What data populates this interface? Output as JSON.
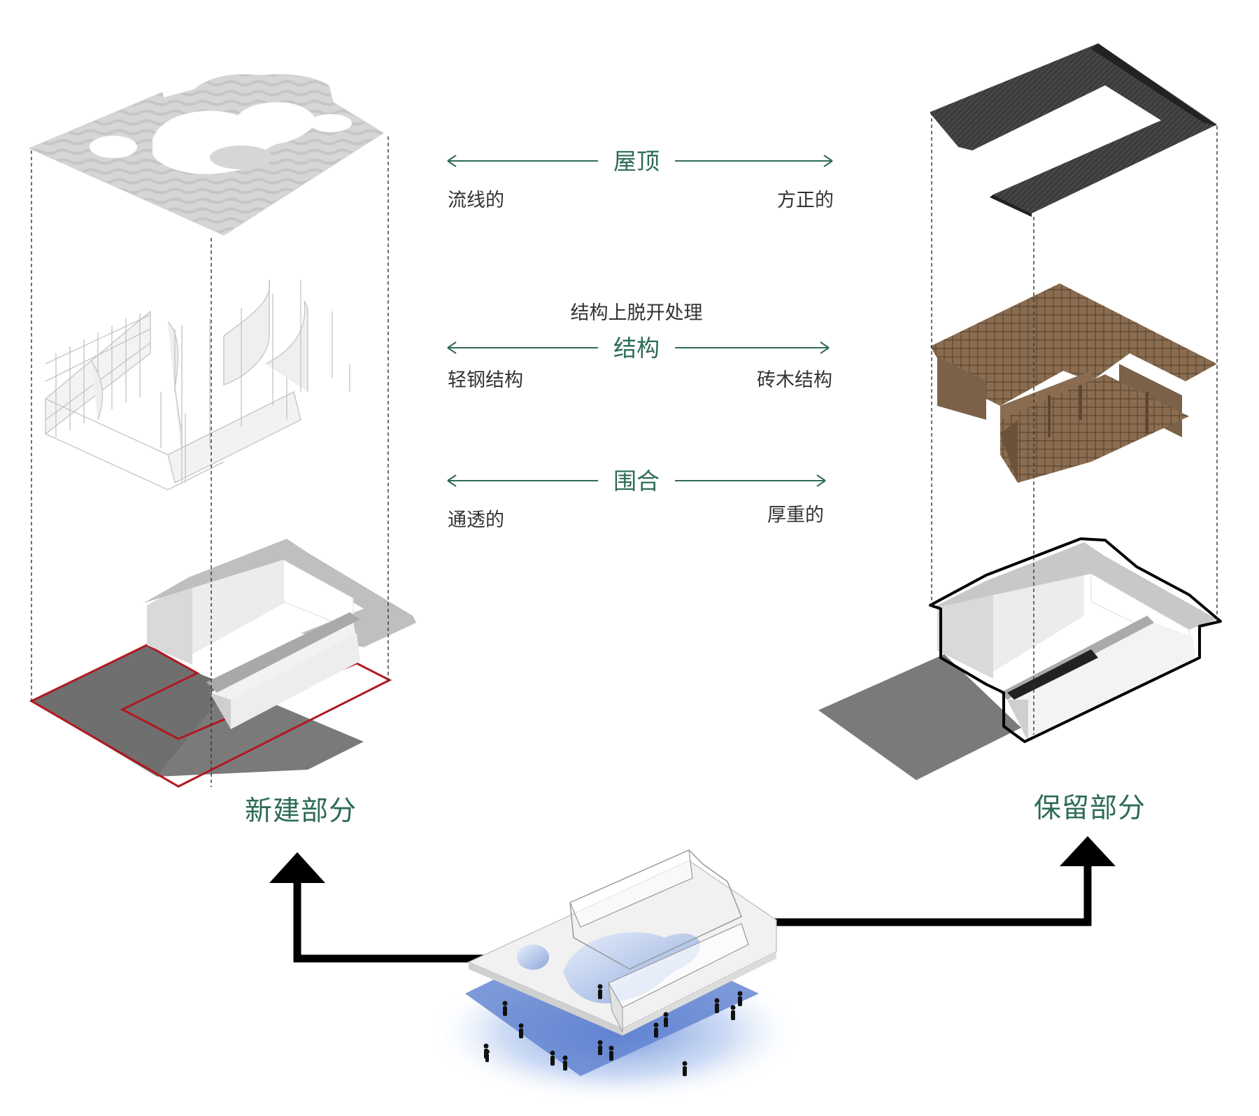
{
  "colors": {
    "label_green": "#2e6b55",
    "text_dark": "#333333",
    "new_outline_red": "#b2181f",
    "shadow_gray": "#7a7a7a",
    "roof_dark": "#3a3a3a",
    "timber_brown": "#7a6148",
    "glow_blue": "#6b8fd8"
  },
  "comparison": {
    "roof": {
      "header": "屋顶",
      "left": "流线的",
      "right": "方正的"
    },
    "structure": {
      "note": "结构上脱开处理",
      "header": "结构",
      "left": "轻钢结构",
      "right": "砖木结构"
    },
    "enclosure": {
      "header": "围合",
      "left": "通透的",
      "right": "厚重的"
    }
  },
  "labels": {
    "new_part": "新建部分",
    "kept_part": "保留部分"
  },
  "icons": [
    "arrow-left-icon",
    "arrow-right-icon",
    "arrow-up-icon",
    "person-icon"
  ]
}
